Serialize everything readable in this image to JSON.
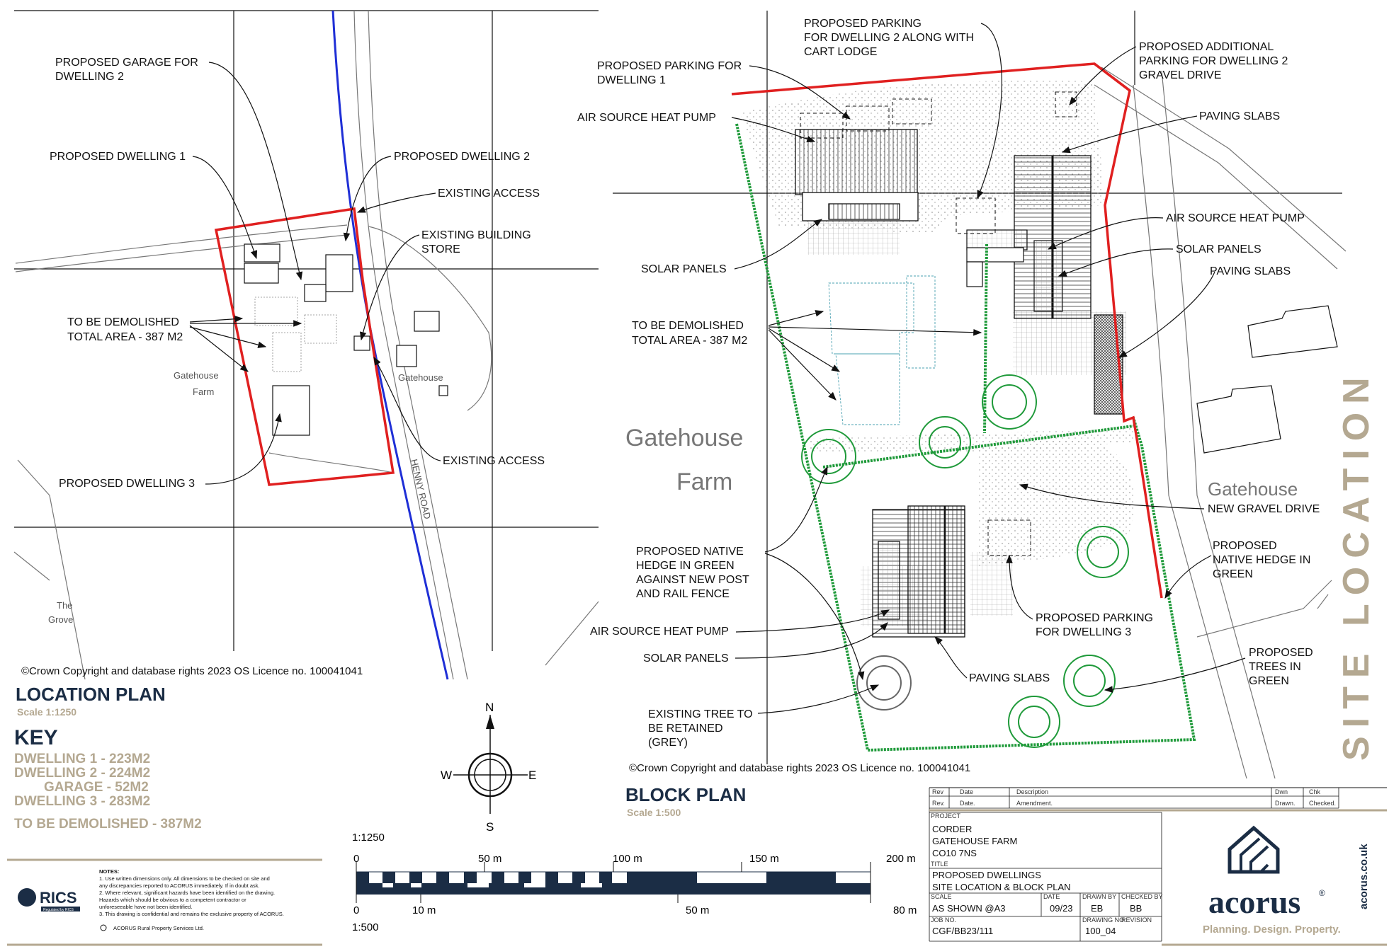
{
  "location_plan": {
    "title": "LOCATION PLAN",
    "scale": "Scale 1:1250",
    "copyright": "©Crown Copyright and database rights 2023 OS Licence no. 100041041",
    "labels": {
      "garage": [
        "PROPOSED GARAGE FOR",
        "DWELLING 2"
      ],
      "dwelling1": "PROPOSED DWELLING 1",
      "dwelling2": "PROPOSED DWELLING 2",
      "access_top": "EXISTING ACCESS",
      "building_store": [
        "EXISTING BUILDING",
        "STORE"
      ],
      "demolish": [
        "TO BE DEMOLISHED",
        "TOTAL AREA - 387 M2"
      ],
      "access_bottom": "EXISTING ACCESS",
      "dwelling3": "PROPOSED DWELLING 3"
    },
    "places": {
      "gatehouse_farm": [
        "Gatehouse",
        "Farm"
      ],
      "gatehouse": "Gatehouse",
      "the_grove": [
        "The",
        "Grove"
      ],
      "road": "HENNY ROAD"
    }
  },
  "key": {
    "title": "KEY",
    "lines": [
      "DWELLING 1 - 223M2",
      "DWELLING 2 - 224M2",
      "GARAGE - 52M2",
      "DWELLING 3 - 283M2"
    ],
    "demolish": "TO BE DEMOLISHED - 387M2"
  },
  "compass": {
    "n": "N",
    "s": "S",
    "e": "E",
    "w": "W"
  },
  "scale_bar": {
    "top_label": "1:1250",
    "bottom_label": "1:500",
    "top_ticks": [
      "0",
      "50 m",
      "100 m",
      "150 m",
      "200 m"
    ],
    "bottom_ticks": [
      "0",
      "10 m",
      "50 m",
      "80 m"
    ]
  },
  "block_plan": {
    "title": "BLOCK PLAN",
    "scale": "Scale 1:500",
    "copyright": "©Crown Copyright and database rights 2023 OS Licence no. 100041041",
    "labels": {
      "parking_d2": [
        "PROPOSED PARKING",
        "FOR DWELLING 2 ALONG WITH",
        "CART LODGE"
      ],
      "parking_d1": [
        "PROPOSED PARKING FOR",
        "DWELLING 1"
      ],
      "ashp_top": "AIR SOURCE HEAT PUMP",
      "additional_parking": [
        "PROPOSED ADDITIONAL",
        "PARKING FOR DWELLING 2",
        "GRAVEL DRIVE"
      ],
      "paving_top": "PAVING SLABS",
      "ashp_right": "AIR SOURCE HEAT PUMP",
      "solar_right": "SOLAR PANELS",
      "paving_right": "PAVING SLABS",
      "solar_left": "SOLAR PANELS",
      "demolish": [
        "TO BE DEMOLISHED",
        "TOTAL AREA - 387 M2"
      ],
      "gravel_drive": "NEW GRAVEL DRIVE",
      "hedge_left": [
        "PROPOSED NATIVE",
        "HEDGE IN GREEN",
        "AGAINST NEW POST",
        "AND RAIL FENCE"
      ],
      "hedge_right": [
        "PROPOSED",
        "NATIVE HEDGE IN",
        "GREEN"
      ],
      "parking_d3": [
        "PROPOSED PARKING",
        "FOR DWELLING 3"
      ],
      "ashp_bottom": "AIR SOURCE HEAT PUMP",
      "solar_bottom": "SOLAR PANELS",
      "paving_bottom": "PAVING SLABS",
      "trees": [
        "PROPOSED",
        "TREES IN",
        "GREEN"
      ],
      "existing_tree": [
        "EXISTING TREE TO",
        "BE RETAINED",
        "(GREY)"
      ]
    },
    "places": {
      "gatehouse_farm": [
        "Gatehouse",
        "Farm"
      ],
      "gatehouse": "Gatehouse"
    }
  },
  "side_title": "SITE LOCATION",
  "notes": {
    "heading": "NOTES:",
    "items": [
      "1.  Use written dimensions only. All dimensions to be checked on site and",
      "     any discrepancies reported to ACORUS immediately. If in doubt ask.",
      "2.  Where relevant, significant hazards have been identified on the drawing.",
      "     Hazards which should be obvious to a competent contractor or",
      "     unforeseeable have not been identified.",
      "3.  This drawing is confidential and remains the exclusive property of ACORUS."
    ],
    "footer": "ACORUS Rural Property Services Ltd.",
    "rics": "RICS",
    "rics_sub": "Regulated by RICS"
  },
  "title_block": {
    "rev_headers": [
      "Rev",
      "Date",
      "Description",
      "Dwn",
      "Chk"
    ],
    "rev_sub": [
      "Rev.",
      "Date.",
      "Amendment.",
      "Drawn.",
      "Checked."
    ],
    "project_label": "PROJECT",
    "project": [
      "CORDER",
      "GATEHOUSE  FARM",
      "CO10  7NS"
    ],
    "title_label": "TITLE",
    "title": [
      "PROPOSED  DWELLINGS",
      "SITE  LOCATION  &  BLOCK  PLAN"
    ],
    "scale_label": "SCALE",
    "scale": "AS  SHOWN  @A3",
    "date_label": "DATE",
    "date": "09/23",
    "drawn_label": "DRAWN BY",
    "drawn": "EB",
    "checked_label": "CHECKED BY",
    "checked": "BB",
    "job_label": "JOB NO.",
    "job": "CGF/BB23/111",
    "drawing_label": "DRAWING NO.",
    "drawing": "100_04",
    "revision_label": "REVISION",
    "revision": ""
  },
  "brand": {
    "name": "acorus",
    "reg": "®",
    "tagline": "Planning. Design. Property.",
    "website": "acorus.co.uk",
    "navy": "#1b2d45",
    "sand": "#b4a891"
  },
  "colors": {
    "boundary": "#e02020",
    "hedge": "#1f9a3a",
    "road_line": "#1f2fd6"
  }
}
